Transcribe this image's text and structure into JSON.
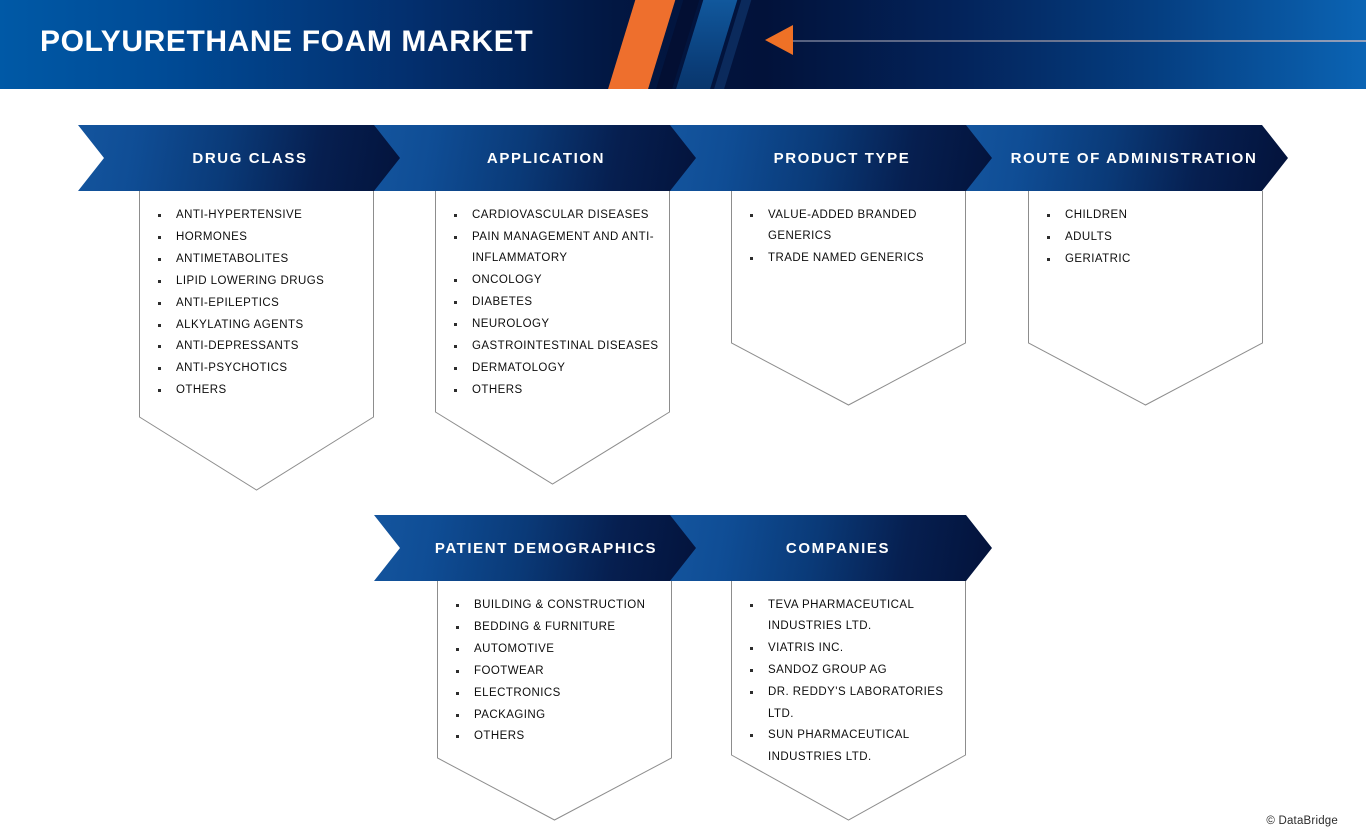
{
  "header": {
    "title": "POLYURETHANE FOAM MARKET",
    "accent_orange": "#ef7126",
    "gradient_start": "#0059a6",
    "gradient_mid": "#02123a",
    "gradient_end": "#0b64b4",
    "arrow_icon": "left-arrow-icon"
  },
  "footer": {
    "copyright": "© DataBridge"
  },
  "segments": [
    {
      "id": "drug-class",
      "label": "DRUG CLASS",
      "items": [
        "ANTI-HYPERTENSIVE",
        "HORMONES",
        "ANTIMETABOLITES",
        "LIPID LOWERING DRUGS",
        "ANTI-EPILEPTICS",
        "ALKYLATING AGENTS",
        "ANTI-DEPRESSANTS",
        "ANTI-PSYCHOTICS",
        "OTHERS"
      ]
    },
    {
      "id": "application",
      "label": "APPLICATION",
      "items": [
        "CARDIOVASCULAR DISEASES",
        "PAIN MANAGEMENT AND ANTI-INFLAMMATORY",
        "ONCOLOGY",
        "DIABETES",
        "NEUROLOGY",
        "GASTROINTESTINAL DISEASES",
        "DERMATOLOGY",
        "OTHERS"
      ]
    },
    {
      "id": "product-type",
      "label": "PRODUCT TYPE",
      "items": [
        "VALUE-ADDED BRANDED GENERICS",
        "TRADE NAMED GENERICS"
      ]
    },
    {
      "id": "route-of-administration",
      "label": "ROUTE OF ADMINISTRATION",
      "items": [
        "CHILDREN",
        "ADULTS",
        "GERIATRIC"
      ]
    },
    {
      "id": "patient-demographics",
      "label": "PATIENT DEMOGRAPHICS",
      "items": [
        "BUILDING & CONSTRUCTION",
        "BEDDING & FURNITURE",
        "AUTOMOTIVE",
        "FOOTWEAR",
        "ELECTRONICS",
        "PACKAGING",
        "OTHERS"
      ]
    },
    {
      "id": "companies",
      "label": "COMPANIES",
      "items": [
        "TEVA PHARMACEUTICAL INDUSTRIES LTD.",
        "VIATRIS INC.",
        "SANDOZ GROUP AG",
        "DR. REDDY'S LABORATORIES LTD.",
        "SUN PHARMACEUTICAL INDUSTRIES LTD."
      ]
    }
  ]
}
